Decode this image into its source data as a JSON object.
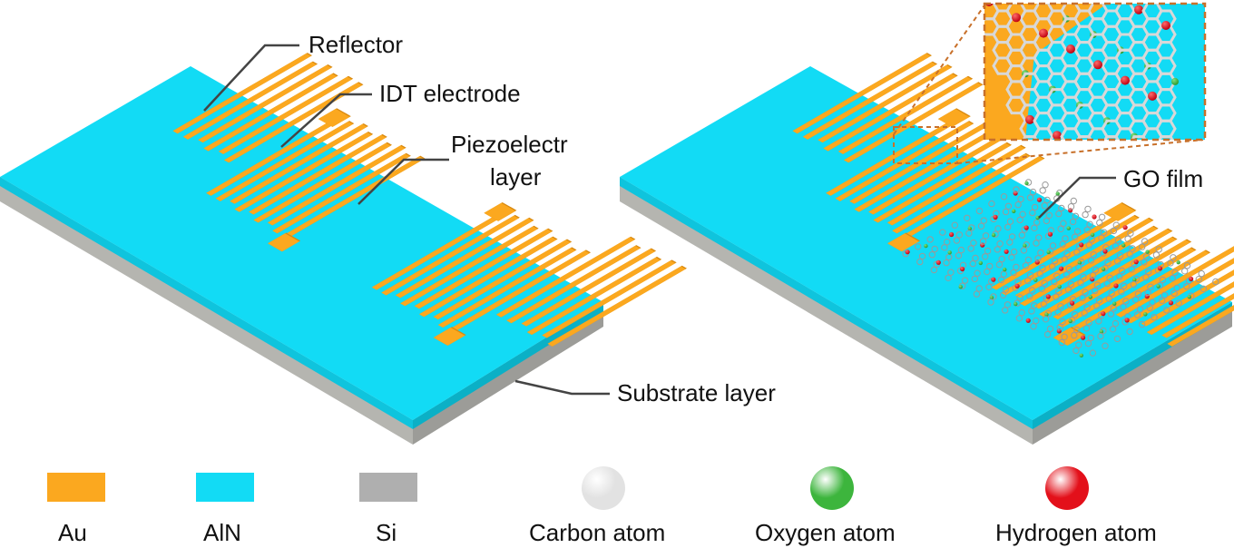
{
  "labels": {
    "reflector": "Reflector",
    "idt_electrode": "IDT electrode",
    "piezo_line1": "Piezoelectr",
    "piezo_line2": "layer",
    "substrate_layer": "Substrate layer",
    "go_film": "GO film"
  },
  "legend": [
    {
      "label": "Au",
      "kind": "swatch",
      "color": "#FBA81F"
    },
    {
      "label": "AlN",
      "kind": "swatch",
      "color": "#12DBF5"
    },
    {
      "label": "Si",
      "kind": "swatch",
      "color": "#AFAFAF"
    },
    {
      "label": "Carbon atom",
      "kind": "sphere",
      "color": "#E2E2E2"
    },
    {
      "label": "Oxygen atom",
      "kind": "sphere",
      "color": "#3DB53D"
    },
    {
      "label": "Hydrogen atom",
      "kind": "sphere",
      "color": "#E3101A"
    }
  ],
  "colors": {
    "au": "#FBA81F",
    "au_dark": "#D98A10",
    "aln_top": "#12DBF5",
    "aln_side": "#0FC4DD",
    "si_side": "#B5B5B0",
    "si_side_dark": "#8E8E8A",
    "leader": "#444444",
    "zoom_border": "#C8702A"
  }
}
